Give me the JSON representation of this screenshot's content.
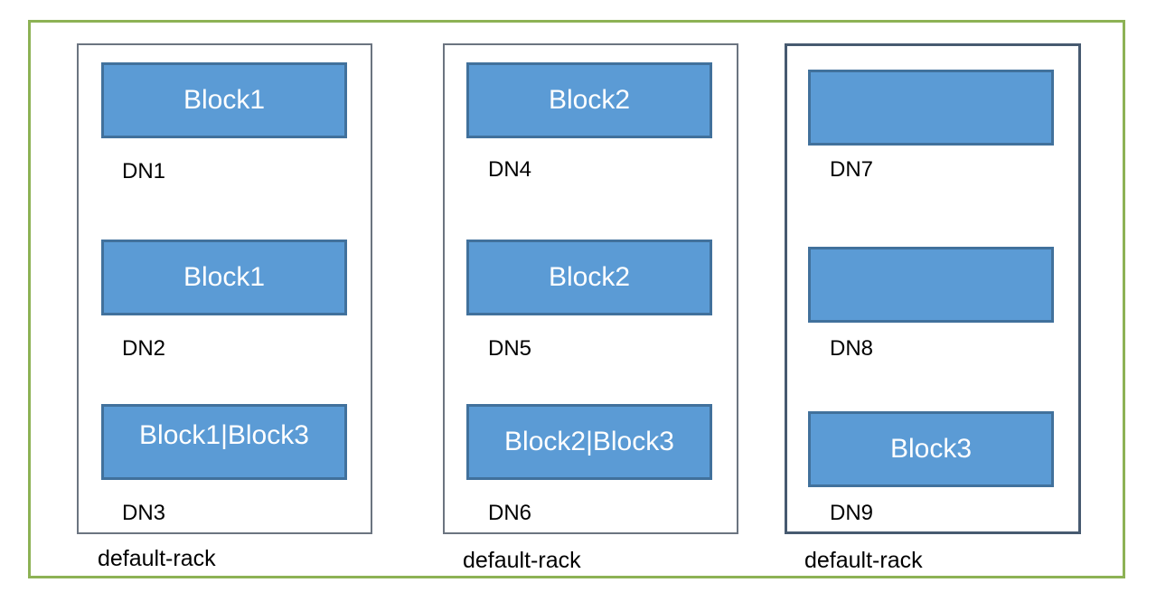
{
  "racks": [
    {
      "label": "default-rack",
      "nodes": [
        {
          "name": "DN1",
          "block": "Block1"
        },
        {
          "name": "DN2",
          "block": "Block1"
        },
        {
          "name": "DN3",
          "block": "Block1|Block3"
        }
      ]
    },
    {
      "label": "default-rack",
      "nodes": [
        {
          "name": "DN4",
          "block": "Block2"
        },
        {
          "name": "DN5",
          "block": "Block2"
        },
        {
          "name": "DN6",
          "block": "Block2|Block3"
        }
      ]
    },
    {
      "label": "default-rack",
      "nodes": [
        {
          "name": "DN7",
          "block": ""
        },
        {
          "name": "DN8",
          "block": ""
        },
        {
          "name": "DN9",
          "block": "Block3"
        }
      ]
    }
  ],
  "colors": {
    "cluster_border": "#8db255",
    "block_fill": "#5b9bd5",
    "block_border": "#41719c",
    "rack_border": "#6b7480"
  }
}
